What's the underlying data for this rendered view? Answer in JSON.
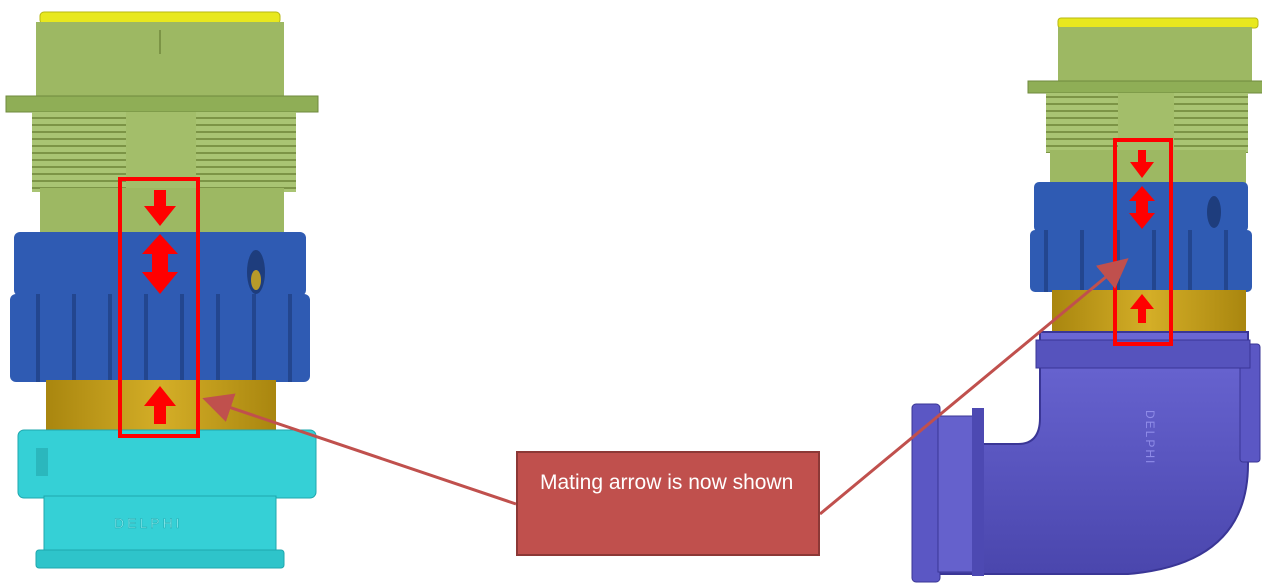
{
  "callout": {
    "text": "Mating arrow is now shown"
  },
  "left_connector": {
    "logo_text": "DELPHI"
  },
  "right_connector": {
    "logo_text": "DELPHI"
  },
  "colors": {
    "shell_green": "#9db863",
    "thread_green": "#a9c473",
    "yellow_cap": "#e8e81e",
    "blue_nut": "#2f5bb3",
    "gold_band": "#c7a21c",
    "cyan_body": "#35d0d6",
    "purple_elbow": "#5b57c4",
    "highlight_red": "#ff0000",
    "callout_fill": "#c0504d",
    "callout_border": "#8c3836"
  }
}
